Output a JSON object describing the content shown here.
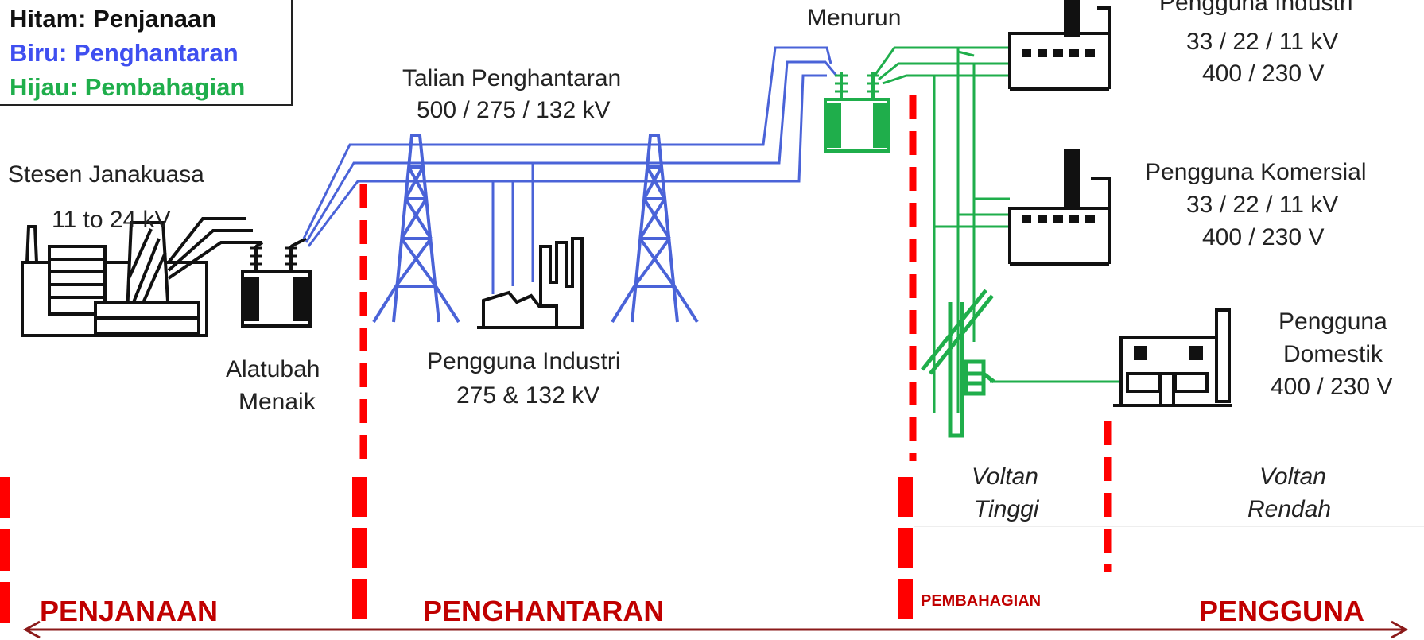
{
  "legend": {
    "black": "Hitam: Penjanaan",
    "blue": "Biru: Penghantaran",
    "green": "Hijau: Pembahagian"
  },
  "labels": {
    "stesen_janakuasa": "Stesen Janakuasa",
    "gen_voltage": "11 to 24 kV",
    "alatubah_menaik": [
      "Alatubah",
      "Menaik"
    ],
    "talian": [
      "Talian Penghantaran",
      "500 / 275 / 132 kV"
    ],
    "industri_275": [
      "Pengguna Industri",
      "275 & 132 kV"
    ],
    "menurun": "Menurun",
    "industri_33": [
      "Pengguna Industri",
      "33 / 22 / 11 kV",
      "400 / 230 V"
    ],
    "komersial": [
      "Pengguna Komersial",
      "33 / 22 / 11 kV",
      "400 / 230 V"
    ],
    "domestik": [
      "Pengguna",
      "Domestik",
      "400 / 230 V"
    ],
    "voltan_tinggi": [
      "Voltan",
      "Tinggi"
    ],
    "voltan_rendah": [
      "Voltan",
      "Rendah"
    ]
  },
  "sectors": {
    "penjanaan": "PENJANAAN",
    "penghantaran": "PENGHANTARAN",
    "pembahagian": "PEMBAHAGIAN",
    "pengguna": "PENGGUNA"
  },
  "colors": {
    "generation": "#111111",
    "transmission": "#4a63d8",
    "distribution": "#1fae4b",
    "divider": "#ff0000",
    "sector_text": "#c00000",
    "arrow": "#8b1a1a"
  },
  "icons": [
    "power-plant-icon",
    "step-up-transformer-icon",
    "transmission-tower-icon",
    "industrial-plant-icon",
    "step-down-transformer-icon",
    "factory-icon",
    "distribution-pole-icon",
    "house-icon"
  ]
}
